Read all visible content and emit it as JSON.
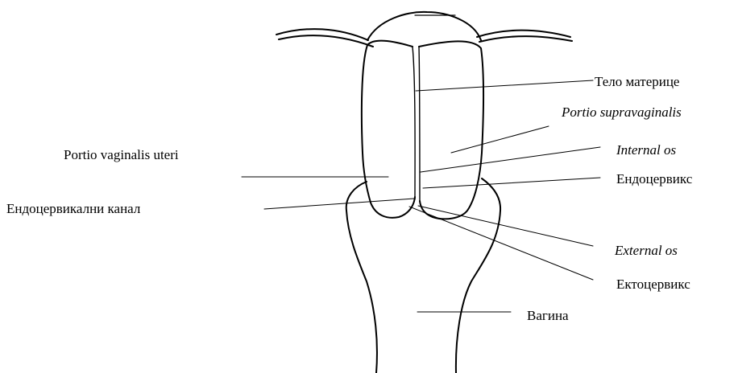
{
  "labels": {
    "body_of_uterus": "Тело материце",
    "portio_supravaginalis": "Portio supravaginalis",
    "portio_vaginalis": "Portio vaginalis uteri",
    "internal_os": "Internal os",
    "endocervix": "Ендоцервикс",
    "endocervical_canal": "Ендоцервикални канал",
    "external_os": "External os",
    "ectocervix": "Ектоцервикс",
    "vagina": "Вагина"
  },
  "colors": {
    "stroke": "#000000",
    "background": "#ffffff"
  }
}
